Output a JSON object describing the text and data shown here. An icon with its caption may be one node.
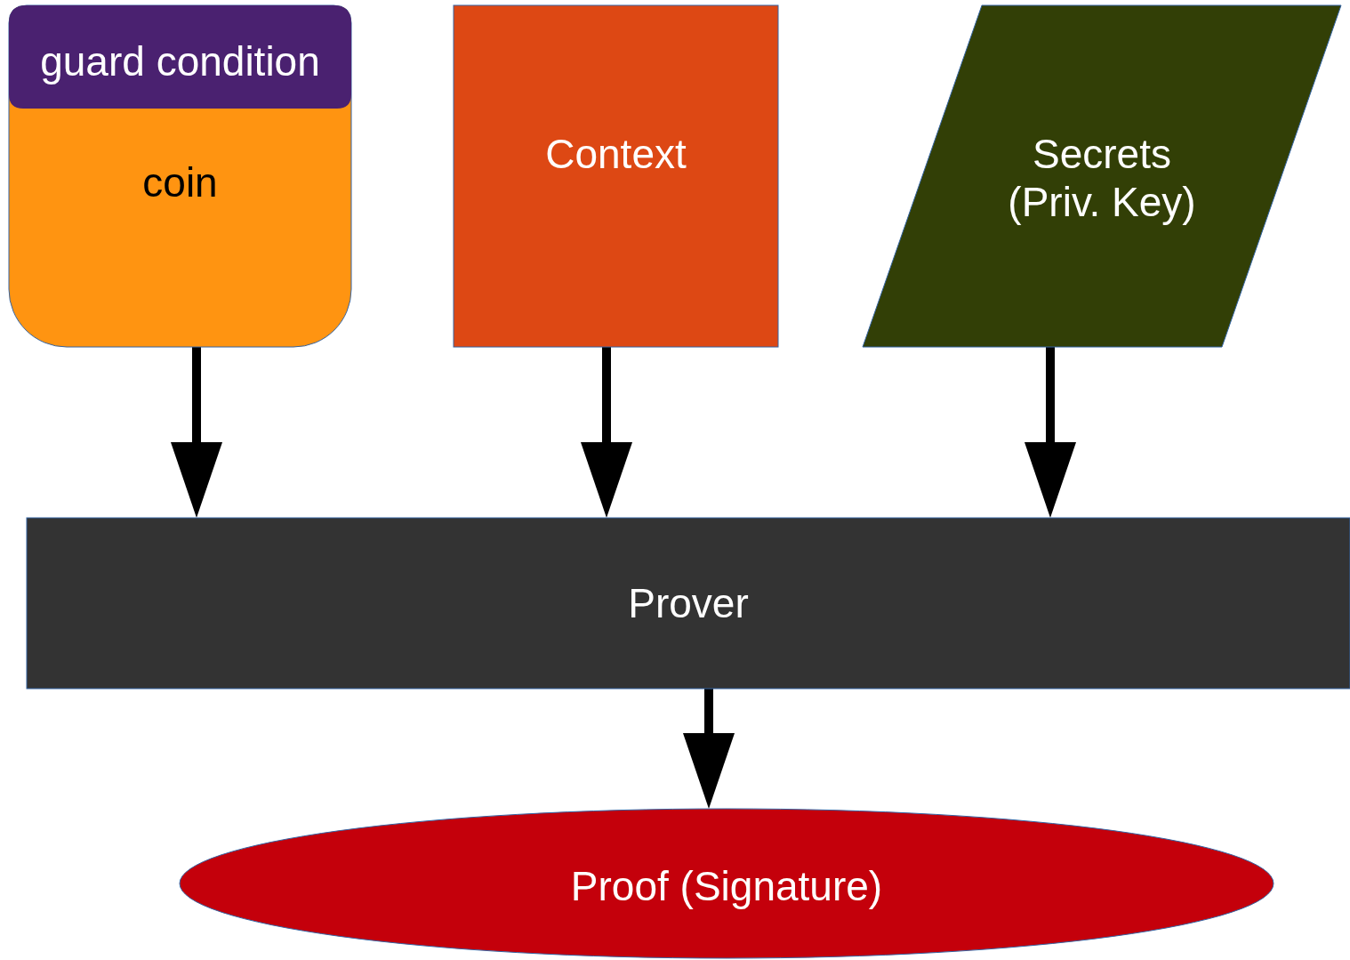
{
  "diagram": {
    "nodes": [
      {
        "text": [
          "guard condition",
          "coin"
        ]
      },
      {
        "text": [
          "Context"
        ]
      },
      {
        "text": [
          "Secrets (Priv. Key)"
        ]
      },
      {
        "text": [
          "Prover"
        ]
      },
      {
        "text": [
          "Proof (Signature)"
        ]
      }
    ],
    "edges": [
      {
        "from": 0,
        "to": 3,
        "arrow": "to"
      },
      {
        "from": 1,
        "to": 3,
        "arrow": "to"
      },
      {
        "from": 2,
        "to": 3,
        "arrow": "to"
      },
      {
        "from": 3,
        "to": 4,
        "arrow": "to"
      }
    ]
  }
}
